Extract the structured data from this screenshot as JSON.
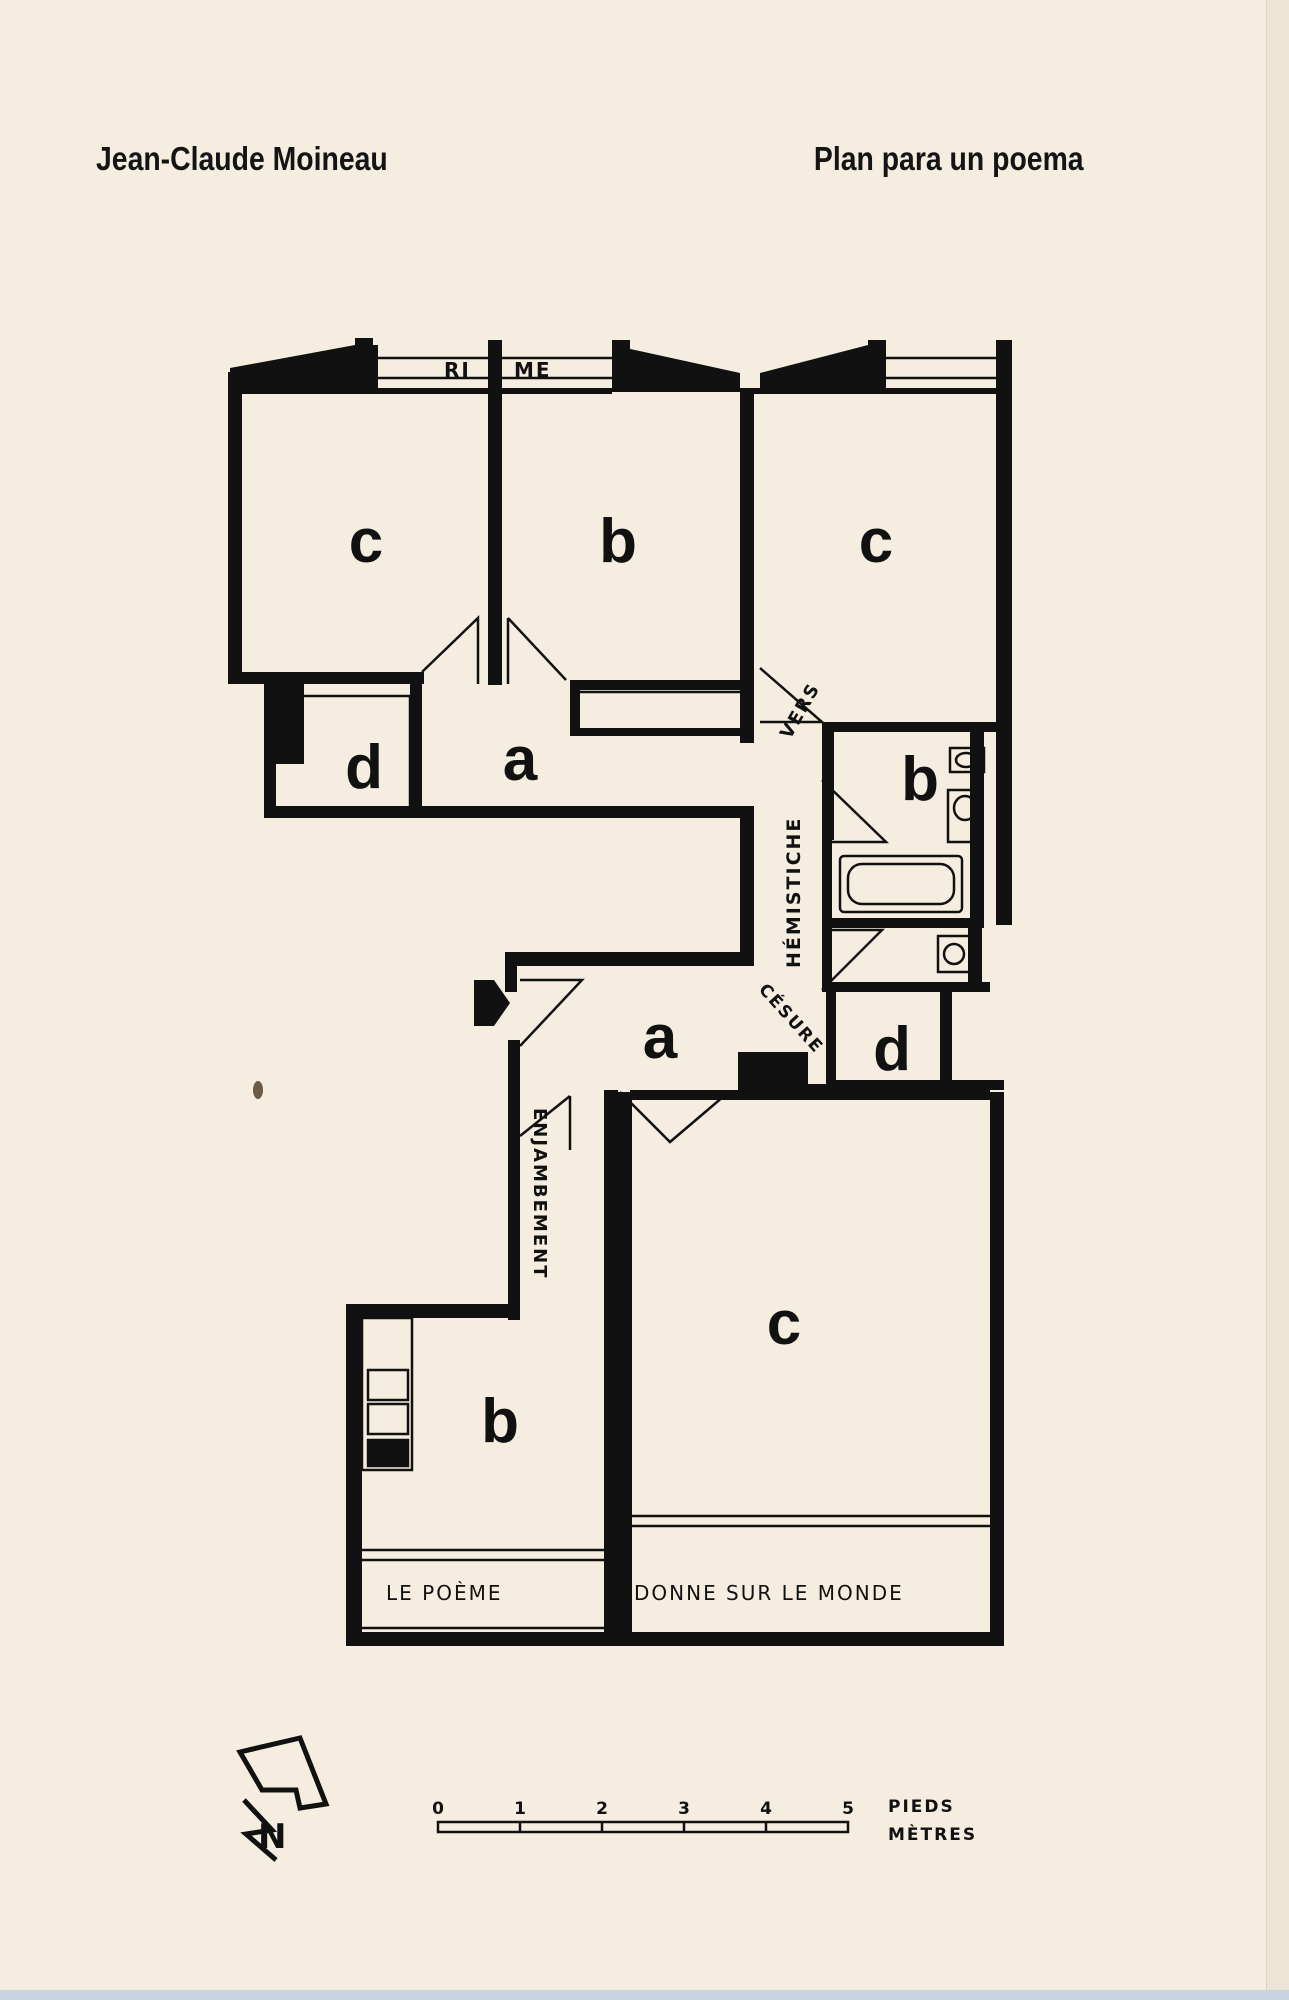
{
  "header": {
    "author": "Jean-Claude Moineau",
    "title": "Plan para un poema"
  },
  "plan": {
    "rooms": {
      "c_top_left": "c",
      "b_top_middle": "b",
      "c_top_right": "c",
      "d_upper": "d",
      "a_upper": "a",
      "b_bath": "b",
      "a_lower": "a",
      "d_lower": "d",
      "c_large": "c",
      "b_kitchen": "b"
    },
    "annotations": {
      "rime_1": "RI",
      "rime_2": "ME",
      "vers": "VERS",
      "hemistiche": "HÉMISTICHE",
      "cesure": "CÉSURE",
      "enjambement": "ENJAMBEMENT",
      "le_poeme": "LE POÈME",
      "donne_sur_le_monde": "DONNE SUR LE MONDE"
    },
    "compass": "N",
    "scale": {
      "ticks": [
        "0",
        "1",
        "2",
        "3",
        "4",
        "5"
      ],
      "unit_1": "PIEDS",
      "unit_2": "MÈTRES"
    }
  },
  "colors": {
    "paper": "#f5eee0",
    "ink": "#111111"
  }
}
